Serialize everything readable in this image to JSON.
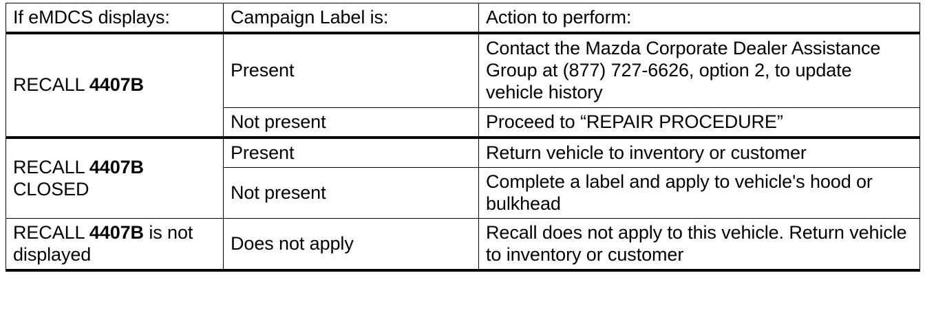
{
  "table": {
    "columns": [
      {
        "key": "condition",
        "header": "If eMDCS displays:"
      },
      {
        "key": "label",
        "header": "Campaign Label is:"
      },
      {
        "key": "action",
        "header": "Action to perform:"
      }
    ],
    "groups": [
      {
        "condition_prefix": "RECALL ",
        "condition_bold": "4407B",
        "condition_suffix": "",
        "rows": [
          {
            "label": "Present",
            "action": "Contact the Mazda Corporate Dealer Assistance Group at (877) 727-6626, option 2, to update vehicle history"
          },
          {
            "label": "Not present",
            "action": "Proceed to “REPAIR PROCEDURE”"
          }
        ]
      },
      {
        "condition_prefix": "RECALL ",
        "condition_bold": "4407B",
        "condition_suffix": " CLOSED",
        "rows": [
          {
            "label": "Present",
            "action": "Return vehicle to inventory or customer"
          },
          {
            "label": "Not present",
            "action": "Complete a label and apply to vehicle's hood or bulkhead"
          }
        ]
      },
      {
        "condition_prefix": "RECALL ",
        "condition_bold": "4407B",
        "condition_suffix": " is not displayed",
        "rows": [
          {
            "label": "Does not apply",
            "action": "Recall does not apply to this vehicle. Return vehicle to inventory or customer"
          }
        ]
      }
    ]
  },
  "colors": {
    "text": "#000000",
    "background": "#ffffff",
    "border": "#000000"
  }
}
